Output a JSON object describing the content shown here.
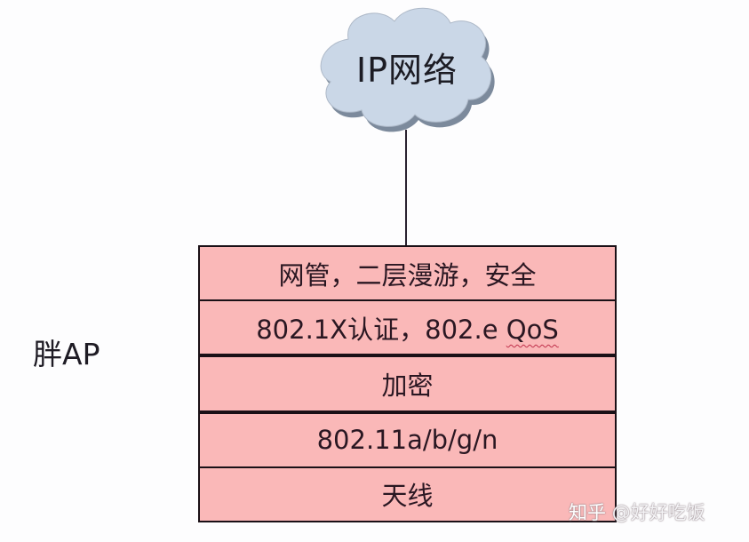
{
  "cloud": {
    "label": "IP网络",
    "fill": "#c9d6e6",
    "shadow": "#7c8a9c"
  },
  "side_label": "胖AP",
  "stack": {
    "fill": "#fab8b8",
    "border": "#1a1016",
    "layers": [
      {
        "label": "网管，二层漫游，安全"
      },
      {
        "label_prefix": "802.1X认证，802.e ",
        "label_squiggle": "QoS"
      },
      {
        "label": "加密"
      },
      {
        "label": "802.11a/b/g/n"
      },
      {
        "label": "天线"
      }
    ]
  },
  "watermark": {
    "brand": "知乎",
    "handle": "@好好吃饭"
  }
}
